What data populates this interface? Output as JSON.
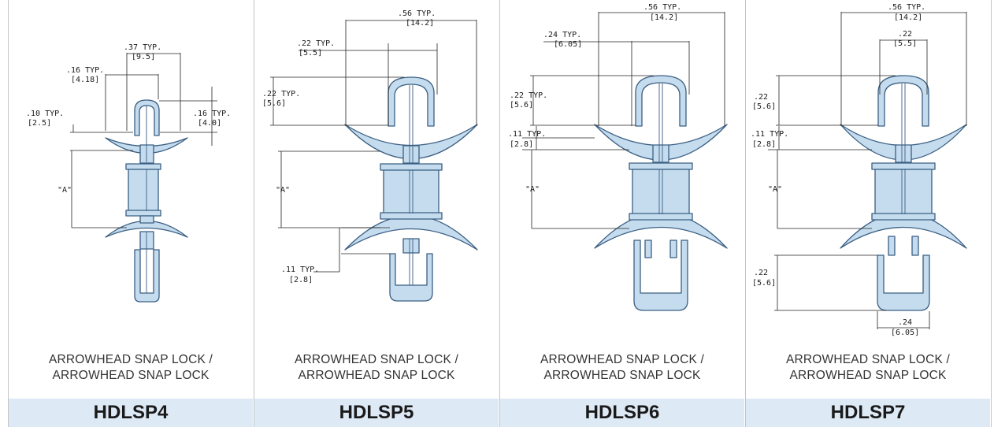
{
  "panels": [
    {
      "model": "HDLSP4",
      "description": [
        "ARROWHEAD SNAP LOCK /",
        "ARROWHEAD SNAP LOCK"
      ],
      "dims": [
        ".37 TYP.",
        "[9.5]",
        ".16 TYP.",
        "[4.18]",
        ".10 TYP.",
        "[2.5]",
        ".16 TYP.",
        "[4.0]",
        "\"A\""
      ]
    },
    {
      "model": "HDLSP5",
      "description": [
        "ARROWHEAD SNAP LOCK /",
        "ARROWHEAD SNAP LOCK"
      ],
      "dims": [
        ".56 TYP.",
        "[14.2]",
        ".22 TYP.",
        "[5.5]",
        ".22 TYP.",
        "[5.6]",
        "\"A\"",
        ".11 TYP.",
        "[2.8]"
      ]
    },
    {
      "model": "HDLSP6",
      "description": [
        "ARROWHEAD SNAP LOCK /",
        "ARROWHEAD SNAP LOCK"
      ],
      "dims": [
        ".56 TYP.",
        "[14.2]",
        ".24 TYP.",
        "[6.05]",
        ".22 TYP.",
        "[5.6]",
        ".11 TYP.",
        "[2.8]",
        "\"A\""
      ]
    },
    {
      "model": "HDLSP7",
      "description": [
        "ARROWHEAD SNAP LOCK /",
        "ARROWHEAD SNAP LOCK"
      ],
      "dims": [
        ".56 TYP.",
        "[14.2]",
        ".22",
        "[5.5]",
        ".22",
        "[5.6]",
        ".11 TYP.",
        "[2.8]",
        "\"A\"",
        ".22",
        "[5.6]",
        ".24",
        "[6.05]"
      ]
    }
  ],
  "colors": {
    "part_fill": "#c5dcef",
    "part_stroke": "#3b5f82",
    "footer_bg": "#dde9f5",
    "divider": "#c4c4c4"
  }
}
